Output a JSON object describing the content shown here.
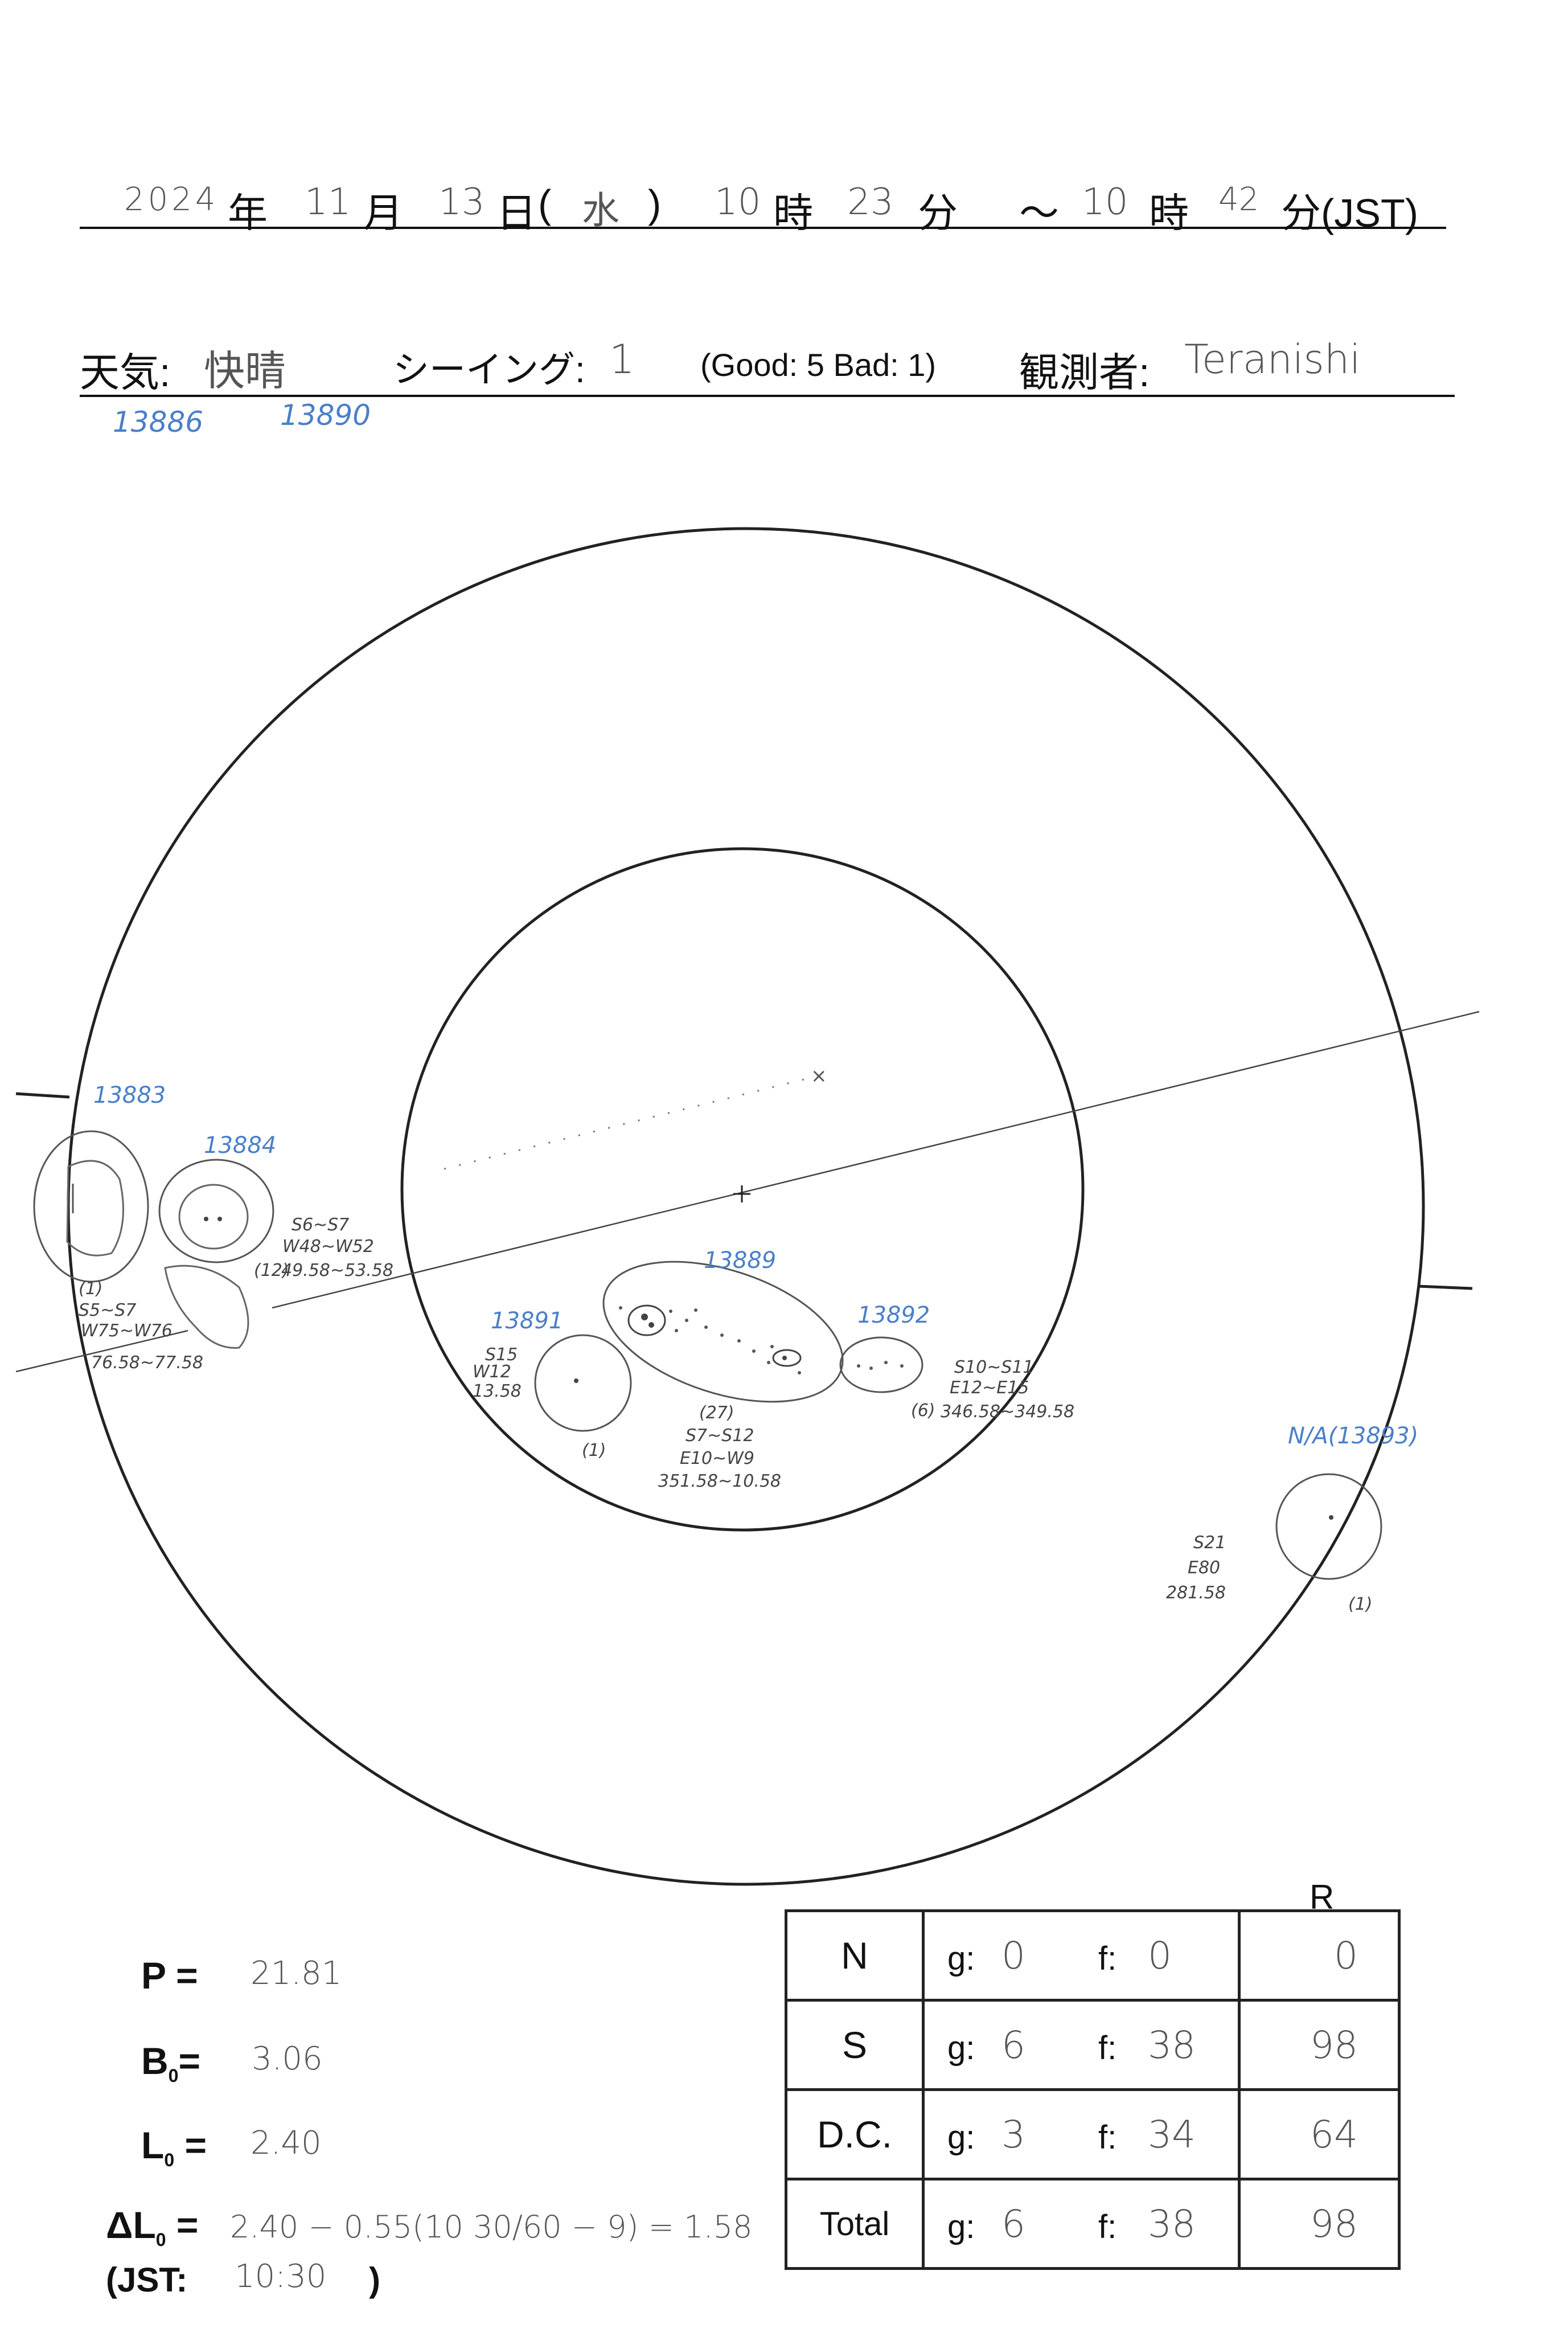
{
  "header": {
    "year": "2024",
    "year_unit": "年",
    "month": "11",
    "month_unit": "月",
    "day": "13",
    "day_unit": "日",
    "weekday_open": "(",
    "weekday": "水",
    "weekday_close": ")",
    "start_hour": "10",
    "hour_unit": "時",
    "start_min": "23",
    "min_unit": "分",
    "tilde": "～",
    "end_hour": "10",
    "end_min": "42",
    "end_min_unit": "分(JST)"
  },
  "conditions": {
    "weather_label": "天気:",
    "weather_value": "快晴",
    "seeing_label": "シーイング:",
    "seeing_value": "1",
    "seeing_scale": "(Good: 5  Bad: 1)",
    "observer_label": "観測者:",
    "observer_value": "Teranishi"
  },
  "top_region_labels": [
    "13886",
    "13890"
  ],
  "sunspot_groups": [
    {
      "region": "13883",
      "count": "(1)",
      "lat": "S5~S7",
      "lon": "W75~W76",
      "cm": "76.58~77.58"
    },
    {
      "region": "13884",
      "count": "(12)",
      "lat": "S6~S7",
      "lon": "W48~W52",
      "cm": "49.58~53.58"
    },
    {
      "region": "13891",
      "count": "(1)",
      "lat": "S15",
      "lon": "W12",
      "cm": "13.58"
    },
    {
      "region": "13889",
      "count": "(27)",
      "lat": "S7~S12",
      "lon": "E10~W9",
      "cm": "351.58~10.58"
    },
    {
      "region": "13892",
      "count": "(6)",
      "lat": "S10~S11",
      "lon": "E12~E15",
      "cm": "346.58~349.58"
    },
    {
      "region": "N/A(13893)",
      "count": "(1)",
      "lat": "S21",
      "lon": "E80",
      "cm": "281.58"
    }
  ],
  "parameters": {
    "p_label": "P =",
    "p_value": "21.81",
    "b0_label": "B",
    "b0_sub": "0",
    "b0_eq": "=",
    "b0_value": "3.06",
    "l0_label": "L",
    "l0_sub": "0",
    "l0_eq": " =",
    "l0_value": "2.40",
    "dl0_label": "ΔL",
    "dl0_sub": "0",
    "dl0_eq": " =",
    "dl0_value": "2.40 − 0.55(10 30/60 − 9) = 1.58",
    "jst_label": "(JST:",
    "jst_value": "10:30",
    "jst_close": ")"
  },
  "summary_table": {
    "r_header": "R",
    "g_label": "g:",
    "f_label": "f:",
    "rows": [
      {
        "label": "N",
        "g": "0",
        "f": "0",
        "r": "0"
      },
      {
        "label": "S",
        "g": "6",
        "f": "38",
        "r": "98"
      },
      {
        "label": "D.C.",
        "g": "3",
        "f": "34",
        "r": "64"
      },
      {
        "label": "Total",
        "g": "6",
        "f": "38",
        "r": "98"
      }
    ]
  }
}
